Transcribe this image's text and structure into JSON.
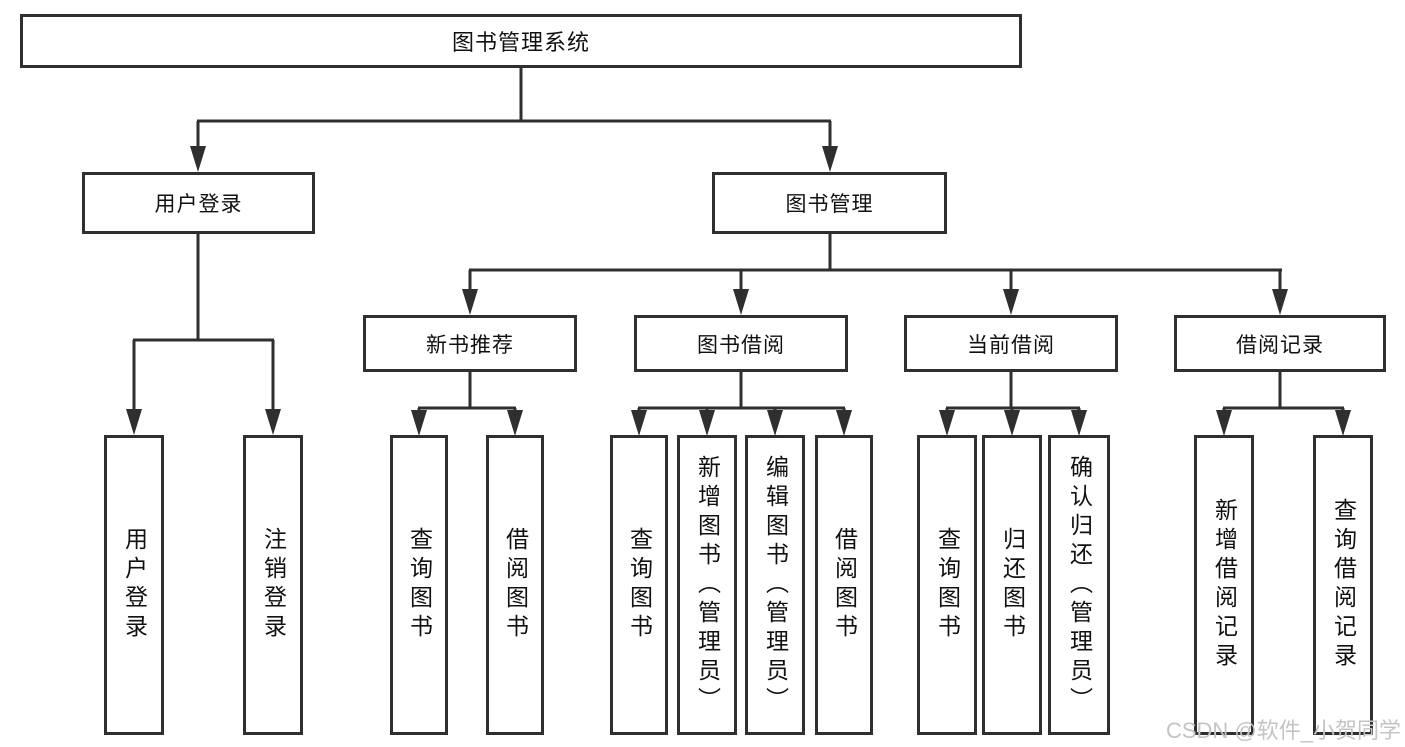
{
  "colors": {
    "line": "#2f2f2f",
    "border": "#2f2f2f",
    "text": "#111111",
    "box_bg": "#ffffff",
    "watermark": "#c4c4c4",
    "background": "#ffffff"
  },
  "root": {
    "label": "图书管理系统"
  },
  "level2": [
    {
      "label": "用户登录"
    },
    {
      "label": "图书管理"
    }
  ],
  "level3": [
    {
      "label": "新书推荐"
    },
    {
      "label": "图书借阅"
    },
    {
      "label": "当前借阅"
    },
    {
      "label": "借阅记录"
    }
  ],
  "leaves": {
    "user_login": [
      "用户登录",
      "注销登录"
    ],
    "new_book_recommendation": [
      "查询图书",
      "借阅图书"
    ],
    "book_borrowing": [
      "查询图书",
      "新增图书（管理员）",
      "编辑图书（管理员）",
      "借阅图书"
    ],
    "current_borrowing": [
      "查询图书",
      "归还图书",
      "确认归还（管理员）"
    ],
    "borrowing_records": [
      "新增借阅记录",
      "查询借阅记录"
    ]
  },
  "watermark": "CSDN @软件_小贺同学"
}
